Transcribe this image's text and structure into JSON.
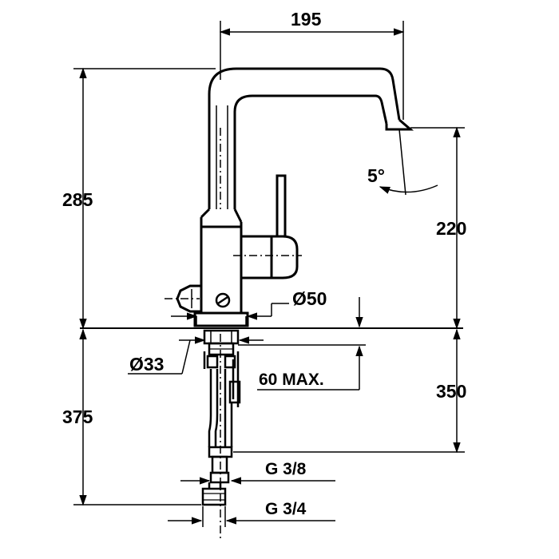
{
  "colors": {
    "ink": "#000000",
    "paper": "#ffffff"
  },
  "dimensions": {
    "spout_reach": "195",
    "total_height": "285",
    "spout_height": "220",
    "spout_angle": "5°",
    "base_diameter": "Ø50",
    "shank_diameter": "Ø33",
    "max_deck_thickness": "60 MAX.",
    "below_deck_length": "350",
    "overall_below_deck": "375",
    "hose_connection": "G 3/8",
    "supply_connection": "G 3/4"
  }
}
